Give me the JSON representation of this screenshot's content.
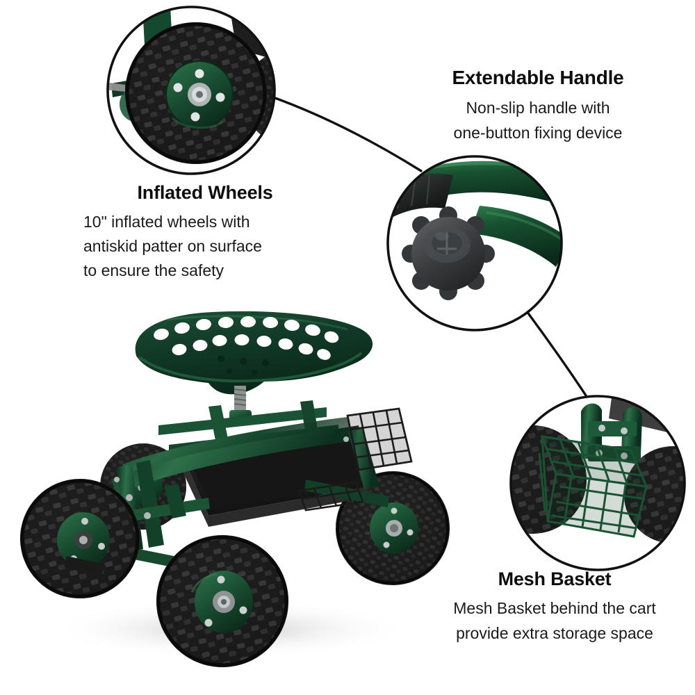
{
  "background_color": "#ffffff",
  "product": {
    "name": "Rolling garden work seat cart",
    "frame_color": "#15402c",
    "seat_color": "#103526",
    "tire_color": "#1c1c1c",
    "tray_color": "#242424"
  },
  "callouts": [
    {
      "id": "inflated-wheels",
      "title": "Inflated Wheels",
      "lines": [
        "10\" inflated wheels with",
        "antiskid patter on surface",
        "to ensure the safety"
      ],
      "align": "left",
      "circle_label": "wheel-closeup"
    },
    {
      "id": "extendable-handle",
      "title": "Extendable Handle",
      "lines": [
        "Non-slip handle with",
        "one-button fixing device"
      ],
      "align": "center",
      "circle_label": "handle-knob-closeup"
    },
    {
      "id": "mesh-basket",
      "title": "Mesh Basket",
      "lines": [
        "Mesh Basket behind the cart",
        "provide extra storage space"
      ],
      "align": "center",
      "circle_label": "mesh-basket-closeup"
    }
  ],
  "colors": {
    "text": "#0d0d0d",
    "body_text": "#1a1a1a",
    "outline": "#111111",
    "green_dark": "#0d3323",
    "green_mid": "#17492f",
    "green_light": "#27633f",
    "tire_dark": "#161616",
    "tire_mid": "#2a2a2a",
    "metal": "#b9bcbd"
  }
}
